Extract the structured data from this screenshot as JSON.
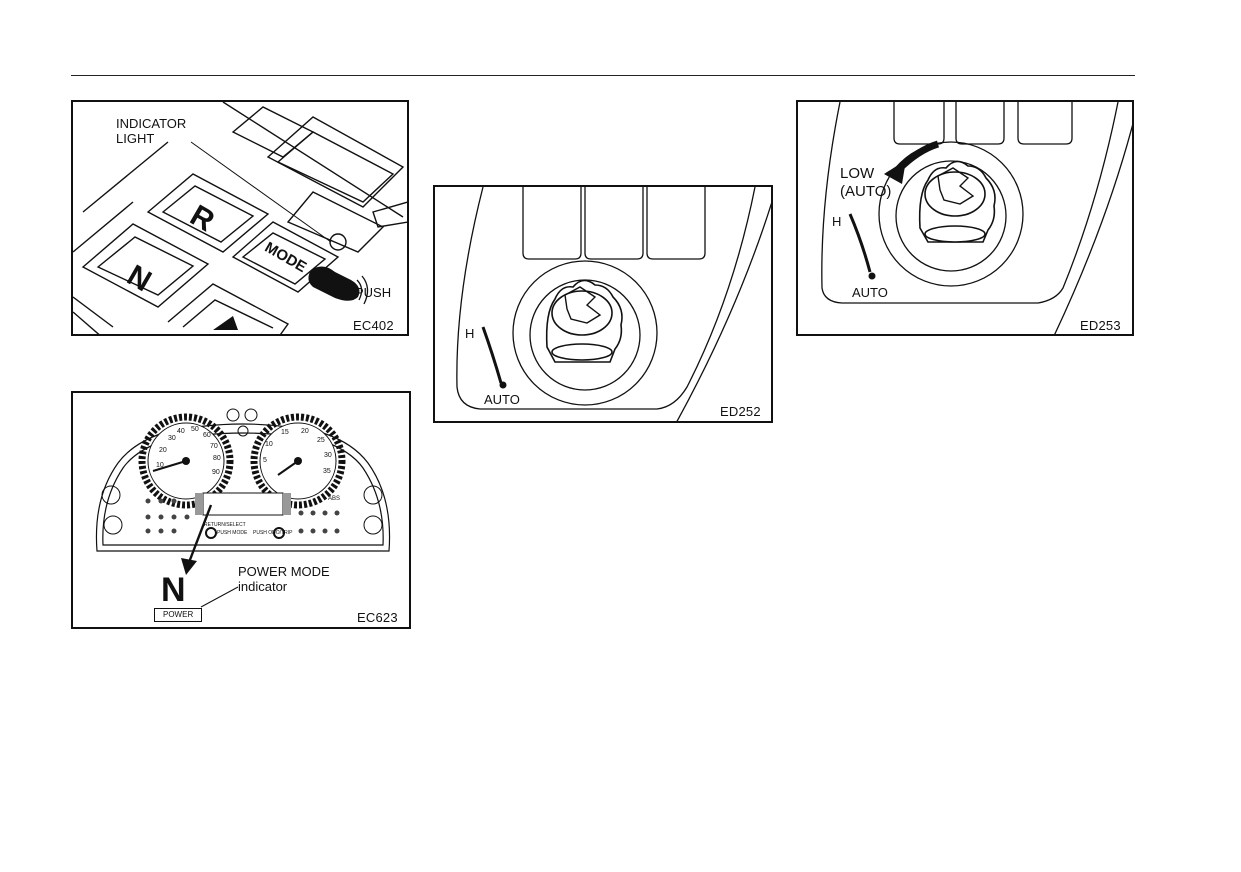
{
  "figures": {
    "ec402": {
      "code": "EC402",
      "indicator_line1": "INDICATOR",
      "indicator_line2": "LIGHT",
      "push": "PUSH",
      "key_r": "R",
      "key_n": "N",
      "key_mode": "MODE"
    },
    "ed252": {
      "code": "ED252",
      "h": "H",
      "auto": "AUTO"
    },
    "ed253": {
      "code": "ED253",
      "low": "LOW",
      "low_auto": "(AUTO)",
      "h": "H",
      "auto": "AUTO"
    },
    "ec623": {
      "code": "EC623",
      "gear": "N",
      "power_box": "POWER",
      "power_mode_line1": "POWER MODE",
      "power_mode_line2": "indicator",
      "return_select": "RETURN/SELECT",
      "push_mode": "PUSH MODE",
      "push_odo_trip": "PUSH ODO/TRIP",
      "abs": "ABS",
      "speed_ticks": [
        "10",
        "20",
        "30",
        "40",
        "50",
        "60",
        "70",
        "80",
        "90"
      ],
      "tach_ticks": [
        "5",
        "10",
        "15",
        "20",
        "25",
        "30",
        "35"
      ]
    }
  }
}
